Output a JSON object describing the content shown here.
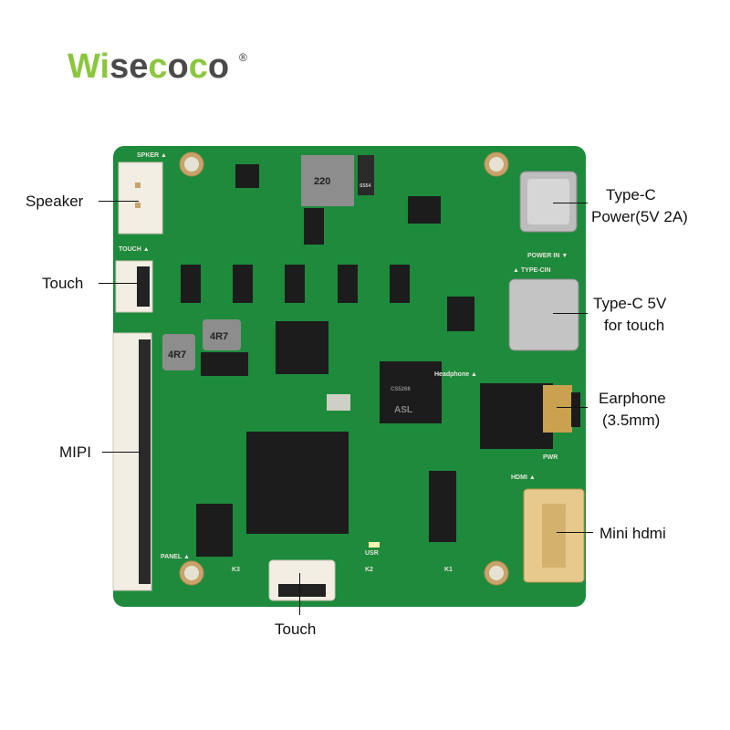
{
  "brand": {
    "part1": "Wi",
    "part2": "se",
    "part3": "c",
    "part4": "o",
    "part5": "c",
    "part6": "o",
    "registered": "®"
  },
  "callouts": {
    "speaker": "Speaker",
    "touch_left": "Touch",
    "mipi": "MIPI",
    "typec_power_line1": "Type-C",
    "typec_power_line2": "Power(5V 2A)",
    "typec_touch_line1": "Type-C 5V",
    "typec_touch_line2": "for touch",
    "earphone_line1": "Earphone",
    "earphone_line2": "(3.5mm)",
    "mini_hdmi": "Mini hdmi",
    "touch_bottom": "Touch"
  },
  "silkscreen": {
    "spker": "SPKER ▲",
    "touch": "TOUCH ▲",
    "power_in": "POWER IN ▼",
    "type_cin": "▲ TYPE-CIN",
    "pwr": "PWR",
    "hdmi": "HDMI ▲",
    "panel": "PANEL ▲",
    "usr": "USR",
    "k1": "K1",
    "k2": "K2",
    "k3": "K3",
    "inductor_220": "220",
    "inductor_4r7a": "4R7",
    "inductor_4r7b": "4R7",
    "diode": "SS54",
    "chip_asl": "ASL",
    "chip_part": "CS5268",
    "headphone": "Headphone ▲"
  },
  "colors": {
    "pcb": "#1e8a3c",
    "brand_green": "#8cc63f",
    "brand_gray": "#4a4a4a"
  }
}
